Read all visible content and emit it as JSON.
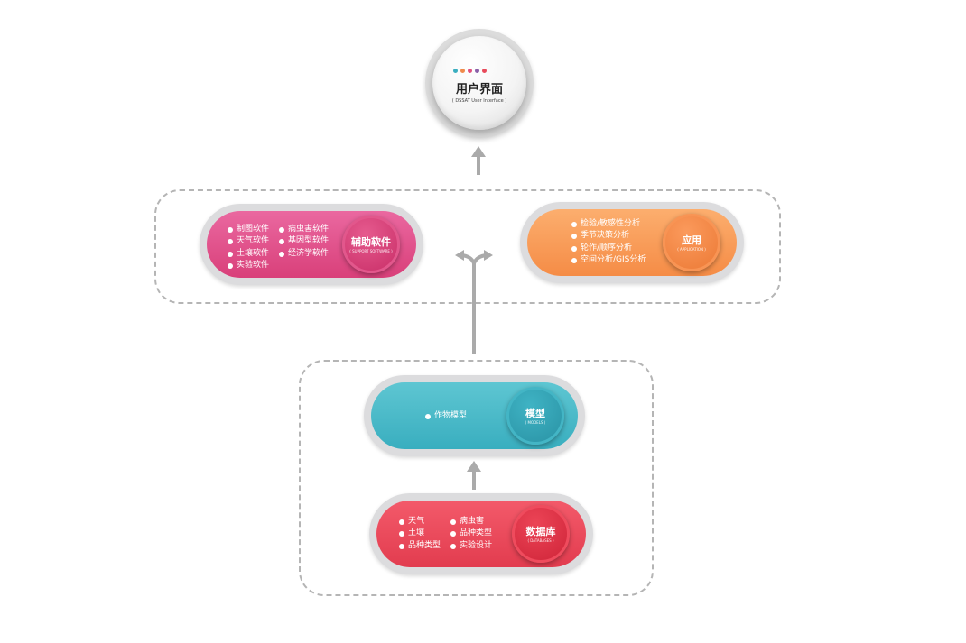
{
  "user_interface": {
    "title": "用户界面",
    "subtitle": "( DSSAT User Interface )",
    "dot_colors": [
      "#3aaec0",
      "#f08a4b",
      "#e0507e",
      "#8a5fa8",
      "#e84a5a"
    ]
  },
  "support_software": {
    "title": "辅助软件",
    "subtitle": "( SUPPORT SOFTWARE )",
    "color": "#e0507e",
    "items_left": [
      "制图软件",
      "天气软件",
      "土壤软件",
      "实验软件"
    ],
    "items_right": [
      "病虫害软件",
      "基因型软件",
      "经济学软件"
    ]
  },
  "application": {
    "title": "应用",
    "subtitle": "( APPLICATION )",
    "color": "#f59a55",
    "items": [
      "检验/敏感性分析",
      "季节决策分析",
      "轮作/顺序分析",
      "空间分析/GIS分析"
    ]
  },
  "model": {
    "title": "模型",
    "subtitle": "( MODELS )",
    "color": "#3aaec0",
    "items": [
      "作物模型"
    ]
  },
  "database": {
    "title": "数据库",
    "subtitle": "( DATABASES )",
    "color": "#e84a5a",
    "items_left": [
      "天气",
      "土壤",
      "品种类型"
    ],
    "items_right": [
      "病虫害",
      "品种类型",
      "实验设计"
    ]
  }
}
